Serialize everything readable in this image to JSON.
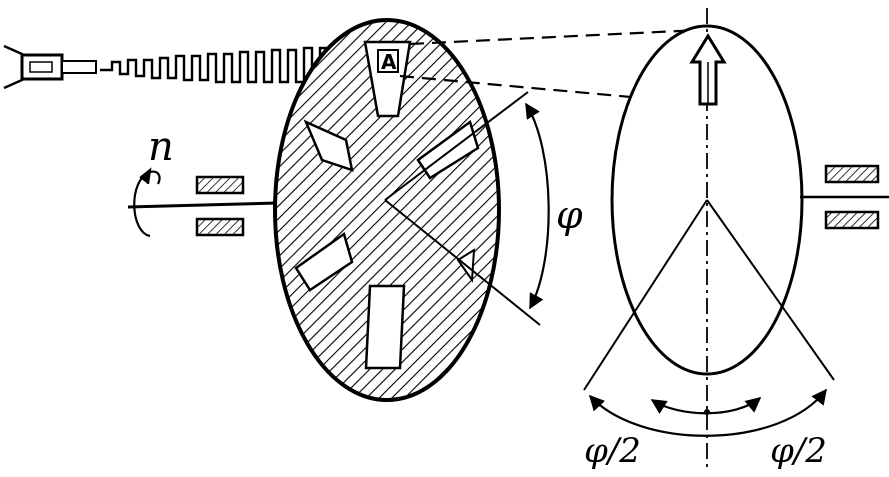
{
  "labels": {
    "rotation": "n",
    "angle": "φ",
    "half_angle_left": "φ/2",
    "half_angle_right": "φ/2",
    "marker": "A"
  },
  "colors": {
    "ink": "#000000",
    "paper": "#ffffff"
  }
}
